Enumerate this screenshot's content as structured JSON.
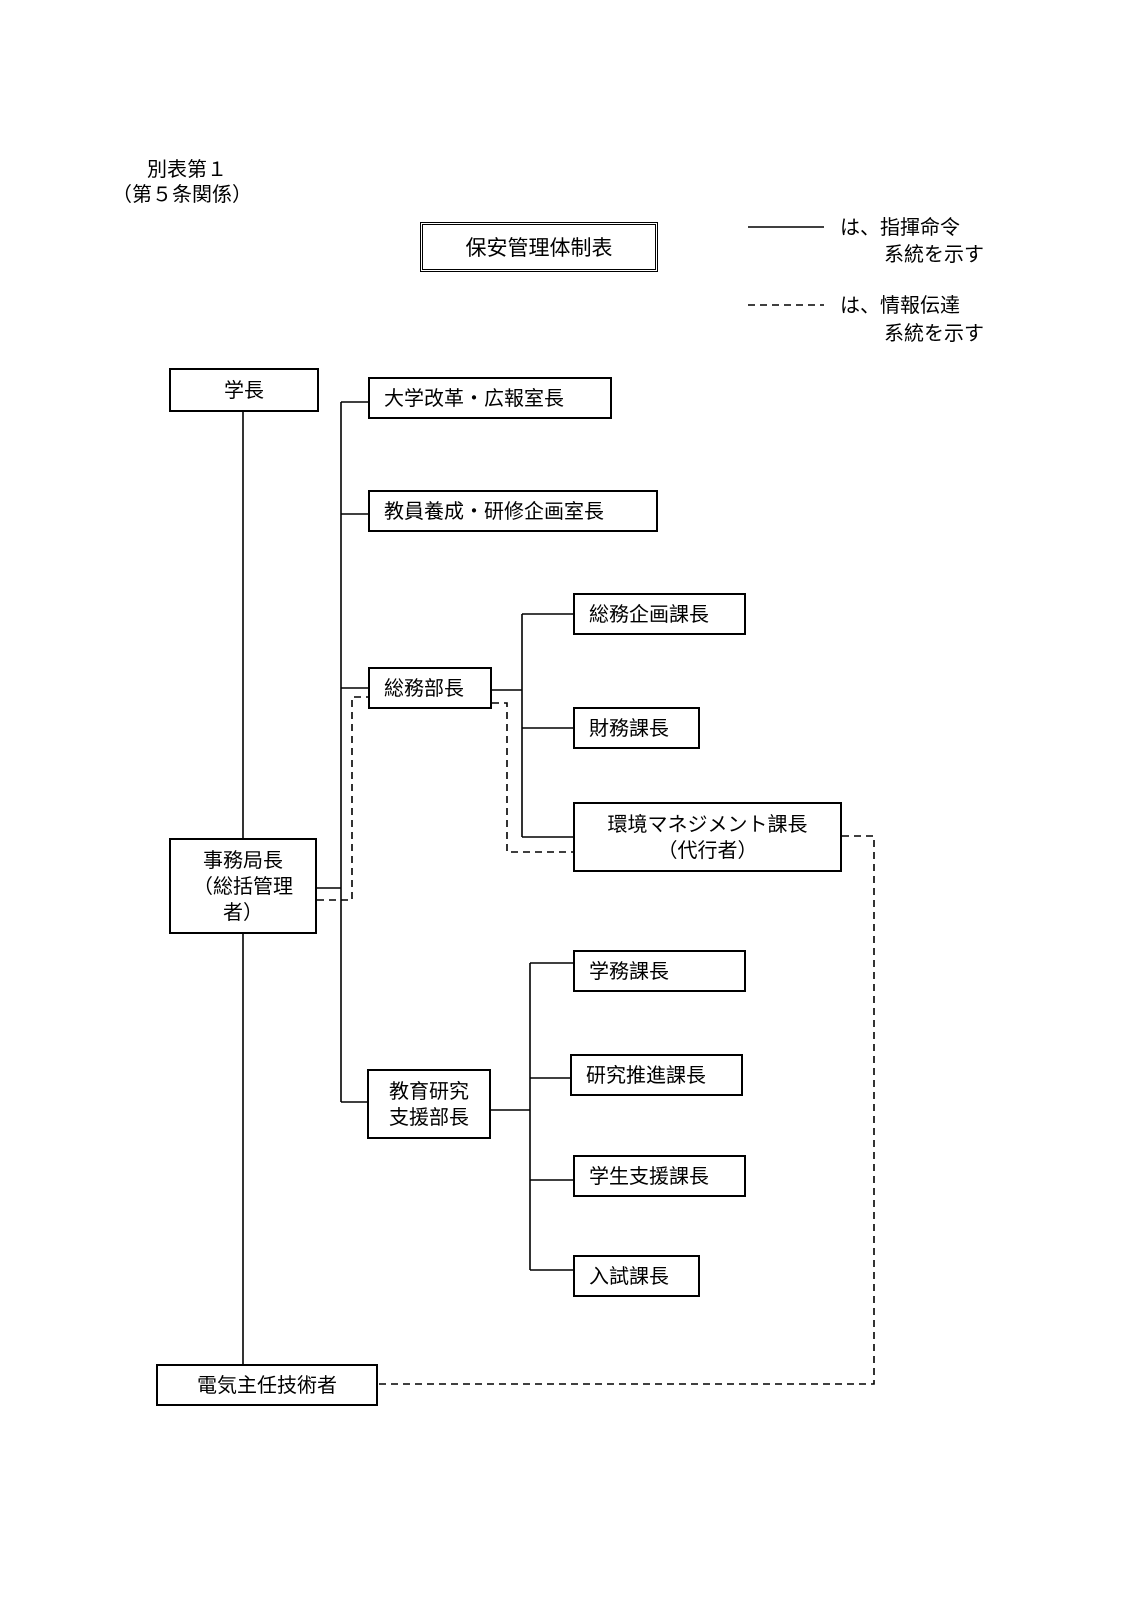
{
  "header": {
    "table_no": "別表第１",
    "article_ref": "（第５条関係）",
    "title": "保安管理体制表"
  },
  "legend": {
    "solid_line_1": "は、指揮命令",
    "solid_line_2": "系統を示す",
    "dashed_line_1": "は、情報伝達",
    "dashed_line_2": "系統を示す"
  },
  "nodes": {
    "president": "学長",
    "reform_pr": "大学改革・広報室長",
    "teacher_training": "教員養成・研修企画室長",
    "general_affairs_head": "総務部長",
    "planning_chief": "総務企画課長",
    "finance_chief": "財務課長",
    "env_mgmt_chief_1": "環境マネジメント課長",
    "env_mgmt_chief_2": "（代行者）",
    "secretary_general_1": "事務局長",
    "secretary_general_2": "（総括管理",
    "secretary_general_3": "者）",
    "academic_affairs_chief": "学務課長",
    "research_chief": "研究推進課長",
    "edu_research_head_1": "教育研究",
    "edu_research_head_2": "支援部長",
    "student_support_chief": "学生支援課長",
    "admissions_chief": "入試課長",
    "chief_electrical_engineer": "電気主任技術者"
  }
}
